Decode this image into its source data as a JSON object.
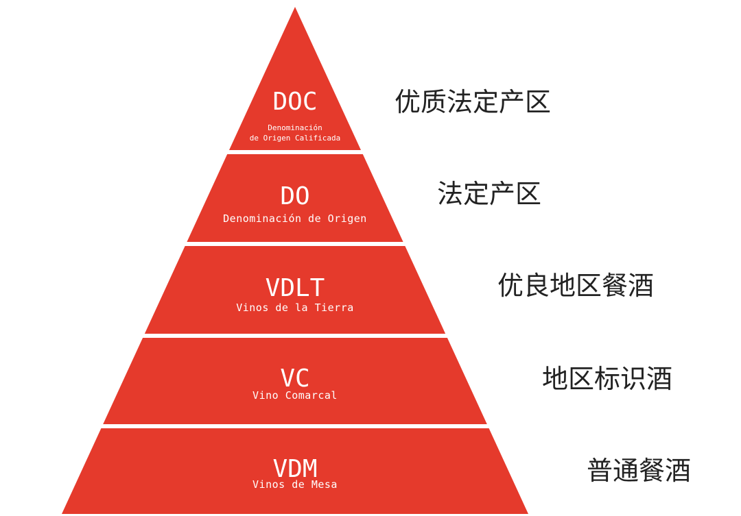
{
  "diagram": {
    "colors": {
      "tier_fill": "#e53a2c",
      "text_on_tier": "#ffffff",
      "label_text": "#222222",
      "background": "#ffffff"
    },
    "tiers": [
      {
        "abbr": "DOC",
        "full_lines": [
          "Denominación",
          "de Origen Calificada"
        ],
        "cn": "优质法定产区"
      },
      {
        "abbr": "DO",
        "full_lines": [
          "Denominación de Origen"
        ],
        "cn": "法定产区"
      },
      {
        "abbr": "VDLT",
        "full_lines": [
          "Vinos de la Tierra"
        ],
        "cn": "优良地区餐酒"
      },
      {
        "abbr": "VC",
        "full_lines": [
          "Vino Comarcal"
        ],
        "cn": "地区标识酒"
      },
      {
        "abbr": "VDM",
        "full_lines": [
          "Vinos de Mesa"
        ],
        "cn": "普通餐酒"
      }
    ]
  }
}
